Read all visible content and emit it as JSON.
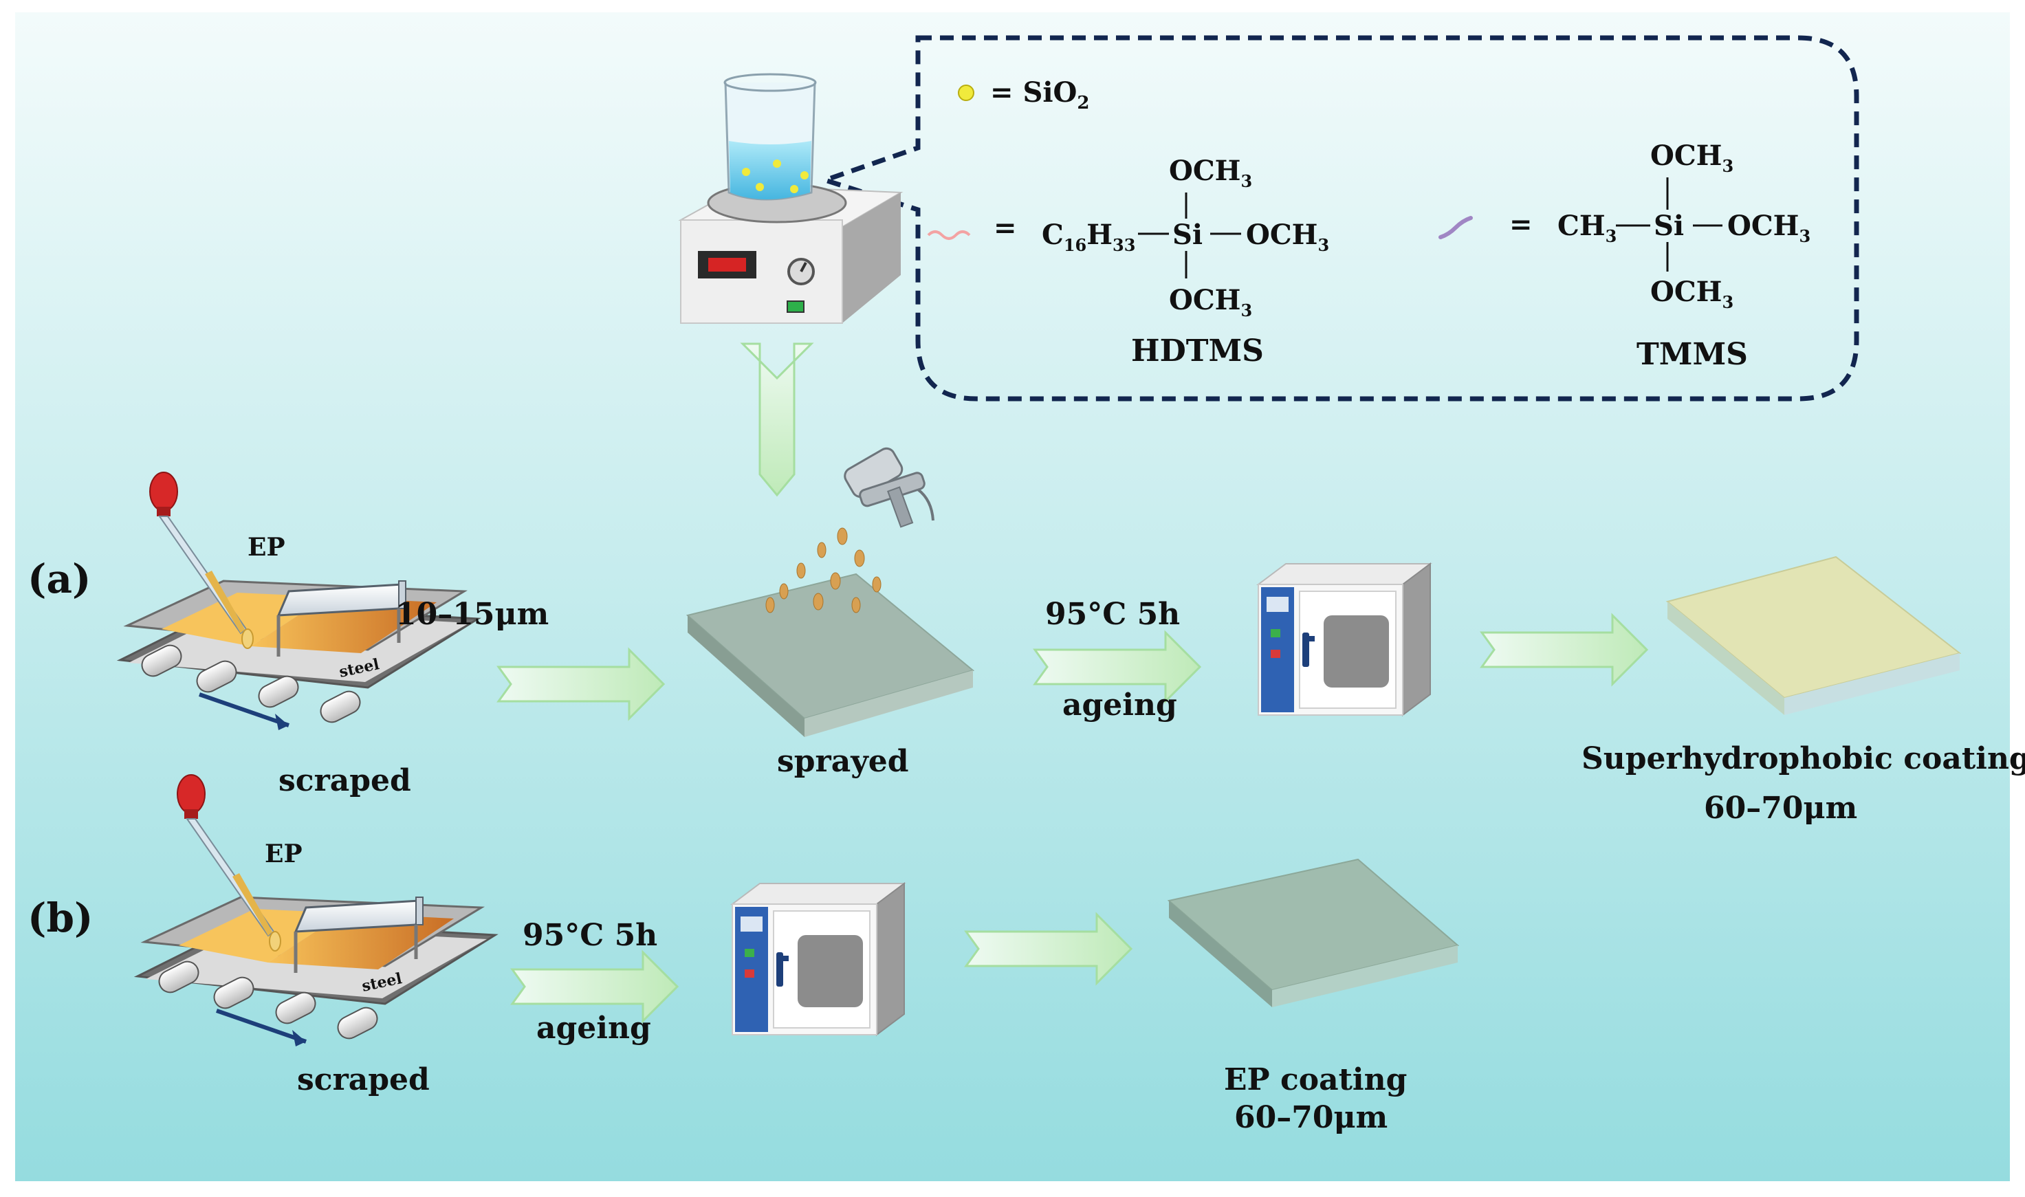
{
  "labels": {
    "panel_a": "(a)",
    "panel_b": "(b)",
    "ep_a": "EP",
    "ep_b": "EP",
    "steel_a": "steel",
    "steel_b": "steel",
    "thickness_wet": "10–15μm",
    "scraped_a": "scraped",
    "scraped_b": "scraped",
    "sprayed": "sprayed",
    "temp_a": "95°C 5h",
    "ageing_a": "ageing",
    "temp_b": "95°C 5h",
    "ageing_b": "ageing",
    "superhydrophobic_title": "Superhydrophobic coating",
    "superhydrophobic_thickness": "60–70μm",
    "ep_coating_title": "EP coating",
    "ep_coating_thickness": "60–70μm"
  },
  "legend": {
    "sio2_prefix": "= ",
    "sio2": "SiO",
    "sio2_sub": "2",
    "equals": "=",
    "hdtms_chain": "C",
    "hdtms_chain_sub1": "16",
    "hdtms_chain_mid": "H",
    "hdtms_chain_sub2": "33",
    "si": "Si",
    "och3": "OCH",
    "three": "3",
    "ch3": "CH",
    "hdtms_name": "HDTMS",
    "tmms_name": "TMMS"
  },
  "colors": {
    "bg_top": "#f2fbfb",
    "bg_bottom": "#97dde0",
    "arrow_fill": "#c8f0c0",
    "arrow_stroke": "#9ad89a",
    "steel": "#c8752c",
    "epoxy": "#f2b84a",
    "sprayed_plate": "#9fb7ac",
    "superhydrophobic_plate": "#e2e3b2",
    "ep_plate": "#9fbcae",
    "dashed_border": "#12264f"
  }
}
